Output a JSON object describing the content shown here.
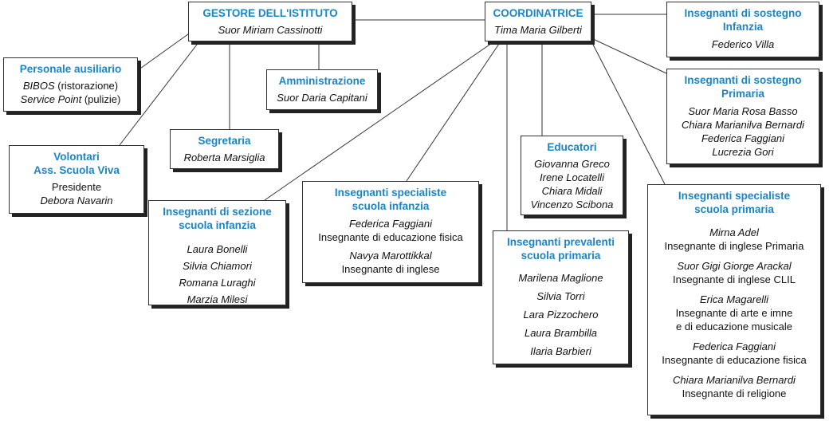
{
  "colors": {
    "title": "#1a86c5",
    "line": "#333333",
    "shadow": "#222222"
  },
  "gestore": {
    "title": "GESTORE DELL'ISTITUTO",
    "name": "Suor Miriam Cassinotti"
  },
  "coordinatrice": {
    "title": "COORDINATRICE",
    "name": "Tima Maria Gilberti"
  },
  "sostegno_infanzia": {
    "title_1": "Insegnanti di sostegno",
    "title_2": "Infanzia",
    "names": [
      "Federico Villa"
    ]
  },
  "sostegno_primaria": {
    "title_1": "Insegnanti di sostegno",
    "title_2": "Primaria",
    "names": [
      "Suor Maria Rosa Basso",
      "Chiara Marianilva Bernardi",
      "Federica Faggiani",
      "Lucrezia Gori"
    ]
  },
  "ausiliario": {
    "title": "Personale ausiliario",
    "rows": [
      {
        "name": "BIBOS",
        "role": " (ristorazione)"
      },
      {
        "name": "Service Point",
        "role": " (pulizie)"
      }
    ]
  },
  "amministrazione": {
    "title": "Amministrazione",
    "name": "Suor Daria Capitani"
  },
  "segreteria": {
    "title": "Segretaria",
    "name": "Roberta Marsiglia"
  },
  "volontari": {
    "title_1": "Volontari",
    "title_2": "Ass. Scuola Viva",
    "role": "Presidente",
    "name": "Debora Navarin"
  },
  "educatori": {
    "title": "Educatori",
    "names": [
      "Giovanna Greco",
      "Irene Locatelli",
      "Chiara Midali",
      "Vincenzo Scibona"
    ]
  },
  "sezione_infanzia": {
    "title_1": "Insegnanti di sezione",
    "title_2": "scuola infanzia",
    "names": [
      "Laura Bonelli",
      "Silvia Chiamori",
      "Romana Luraghi",
      "Marzia Milesi"
    ]
  },
  "specialiste_infanzia": {
    "title_1": "Insegnanti specialiste",
    "title_2": "scuola infanzia",
    "entries": [
      {
        "name": "Federica Faggiani",
        "role": "Insegnante di educazione fisica"
      },
      {
        "name": "Navya Marottikkal",
        "role": "Insegnante di inglese"
      }
    ]
  },
  "prevalenti_primaria": {
    "title_1": "Insegnanti prevalenti",
    "title_2": "scuola primaria",
    "names": [
      "Marilena Maglione",
      "Silvia Torri",
      "Lara Pizzochero",
      "Laura Brambilla",
      "Ilaria Barbieri"
    ]
  },
  "specialiste_primaria": {
    "title_1": "Insegnanti specialiste",
    "title_2": "scuola primaria",
    "entries": [
      {
        "name": "Mirna Adel",
        "role_1": "Insegnante di inglese Primaria"
      },
      {
        "name": "Suor Gigi Giorge Arackal",
        "role_1": "Insegnante di inglese CLIL"
      },
      {
        "name": "Erica Magarelli",
        "role_1": "Insegnante di arte e imne",
        "role_2": "e di educazione musicale"
      },
      {
        "name": "Federica Faggiani",
        "role_1": "Insegnante di educazione fisica"
      },
      {
        "name": "Chiara Marianilva Bernardi",
        "role_1": "Insegnante di religione"
      }
    ]
  }
}
